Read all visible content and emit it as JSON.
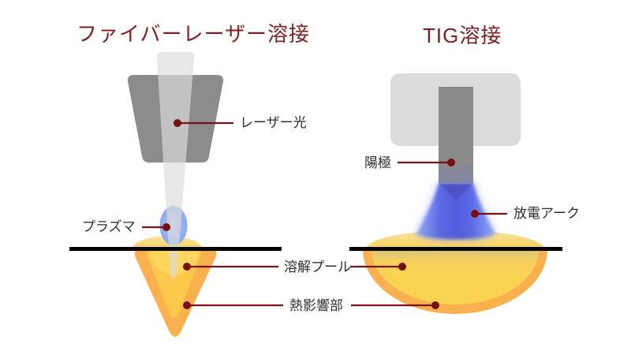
{
  "left_panel": {
    "title": "ファイバーレーザー溶接",
    "labels": {
      "laser_beam": "レーザー光",
      "plasma": "プラズマ"
    }
  },
  "right_panel": {
    "title": "TIG溶接",
    "labels": {
      "anode": "陽極",
      "discharge_arc": "放電アーク"
    }
  },
  "shared_labels": {
    "melt_pool": "溶解プール",
    "heat_affected_zone": "熱影響部"
  },
  "colors": {
    "title_red": "#7e1e1e",
    "label_text": "#2e2e2e",
    "leader_red": "#7a1215",
    "dot_red": "#750f12",
    "torch_gray": "#8c8c8c",
    "torch_body_light": "#dbdbdb",
    "beam_gray": "#dbdbdb",
    "plasma_blue": "#84a3eb",
    "arc_blue": "#4a55de",
    "haz_orange": "#f9b04f",
    "melt_yellow": "#fbcf52",
    "pool_pale_yellow": "#f6e6a8",
    "surface_black": "#000000",
    "background": "#ffffff"
  }
}
